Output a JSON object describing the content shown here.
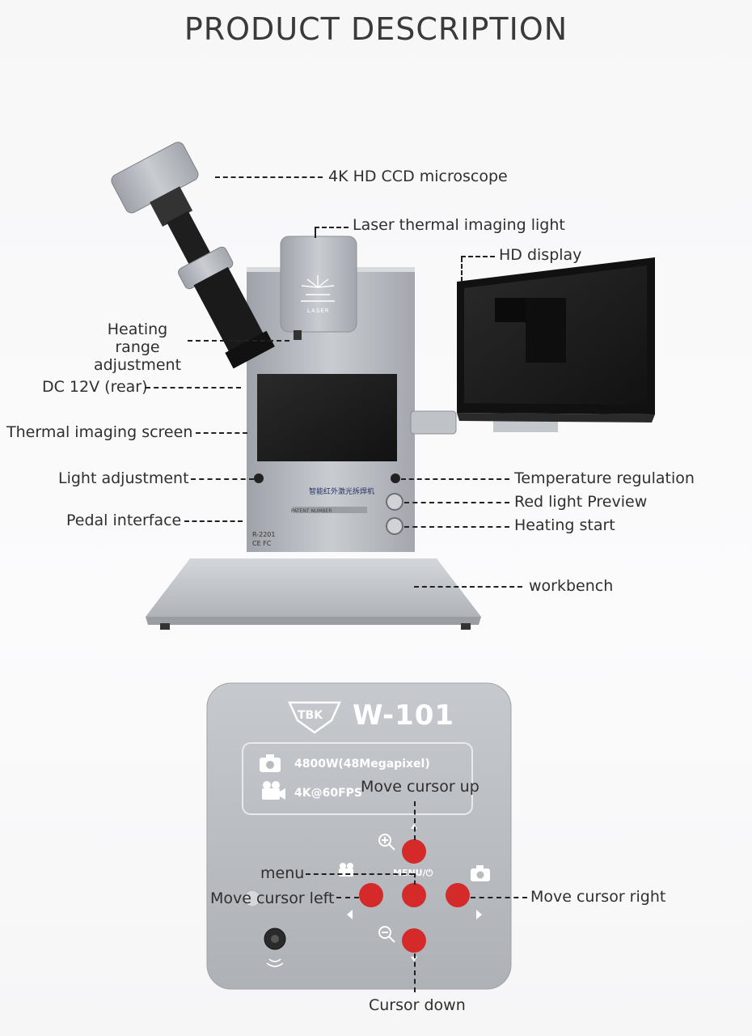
{
  "title": "PRODUCT DESCRIPTION",
  "station": {
    "labels": {
      "microscope": "4K HD CCD microscope",
      "laser_light": "Laser thermal imaging light",
      "hd_display": "HD display",
      "heating_range": "Heating range\nadjustment",
      "dc": "DC 12V (rear)",
      "thermal_screen": "Thermal imaging screen",
      "light_adjust": "Light adjustment",
      "pedal": "Pedal interface",
      "temp_reg": "Temperature regulation",
      "red_light": "Red light Preview",
      "heating_start": "Heating start",
      "workbench": "workbench"
    },
    "device_text": {
      "laser_badge": "LASER",
      "model": "R-2201",
      "marks": "CE FC",
      "brand_cn": "智能红外激光拆焊机",
      "patent": "PATENT NUMBER"
    }
  },
  "panel": {
    "brand": "TBK",
    "model": "W-101",
    "spec_photo": "4800W(48Megapixel)",
    "spec_video": "4K@60FPS",
    "menu_text": "MENU/⏻",
    "labels": {
      "up": "Move cursor up",
      "menu": "menu",
      "left": "Move cursor left",
      "right": "Move cursor right",
      "down": "Cursor down"
    }
  },
  "colors": {
    "button_red": "#d42a2a",
    "metal": "#b9bcc2",
    "screen": "#1a1a1a"
  }
}
